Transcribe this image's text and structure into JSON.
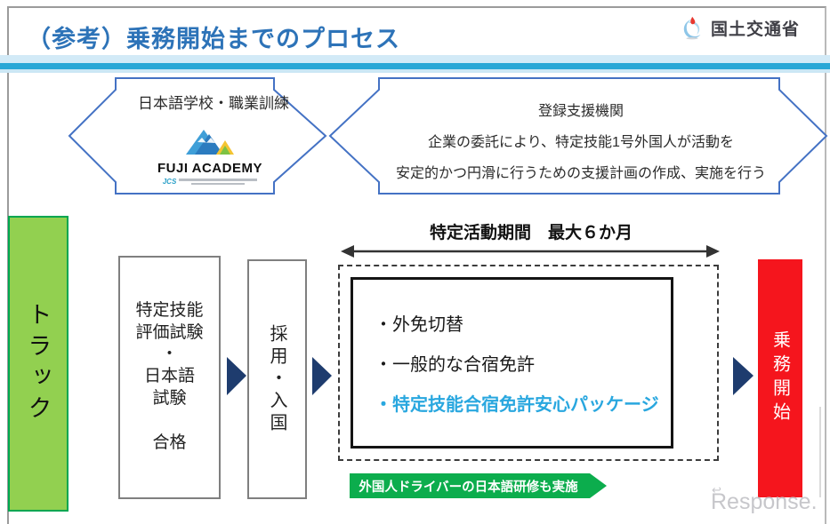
{
  "header": {
    "title": "（参考）乗務開始までのプロセス",
    "ministry": "国土交通省"
  },
  "top_arrows": {
    "left": {
      "label": "日本語学校・職業訓練",
      "logo_name": "FUJI ACADEMY",
      "logo_mark": "JCS"
    },
    "right": {
      "line1": "登録支援機関",
      "line2": "企業の委託により、特定技能1号外国人が活動を",
      "line3": "安定的かつ円滑に行うための支援計画の作成、実施を行う"
    }
  },
  "flow": {
    "category_label": "トラック",
    "exam_box_lines": [
      "特定技能",
      "評価試験",
      "・",
      "日本語",
      "試験",
      "合格"
    ],
    "hire_box": "採用・入国",
    "period_label": "特定活動期間　最大６か月",
    "options": [
      {
        "text": "・外免切替"
      },
      {
        "text": "・一般的な合宿免許"
      },
      {
        "text": "・特定技能合宿免許安心パッケージ"
      }
    ],
    "ribbon": "外国人ドライバーの日本語研修も実施",
    "result_box": "乗務開始"
  },
  "watermark": "Response.",
  "colors": {
    "title_blue": "#2d73b8",
    "arrow_outline_blue": "#4472c4",
    "band_cyan": "#29a7d6",
    "navy_arrow": "#1e3c6e",
    "truck_green_fill": "#92d050",
    "truck_green_border": "#00a651",
    "ribbon_green": "#0cad4d",
    "start_red": "#f5151d",
    "option_highlight_teal": "#29a7df"
  }
}
